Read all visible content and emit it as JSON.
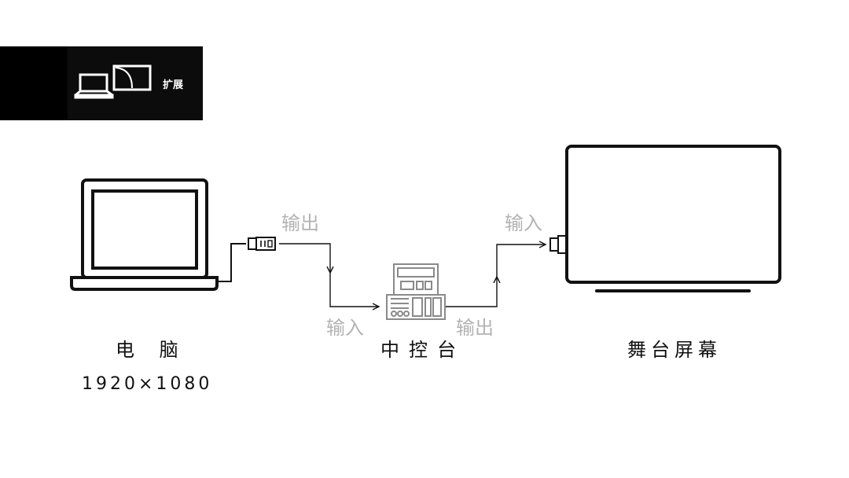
{
  "badge": {
    "label": "扩展",
    "icon": "extend-display-icon"
  },
  "devices": {
    "computer": {
      "name": "电 脑",
      "resolution": "1920×1080"
    },
    "controller": {
      "name": "中控台"
    },
    "screen": {
      "name": "舞台屏幕"
    }
  },
  "ports": {
    "computer_out": "输出",
    "controller_in": "输入",
    "controller_out": "输出",
    "screen_in": "输入"
  },
  "colors": {
    "line": "#111111",
    "port_text": "#b3b3b3",
    "icon_gray": "#8a8a8a",
    "badge_bg": "#000000"
  }
}
